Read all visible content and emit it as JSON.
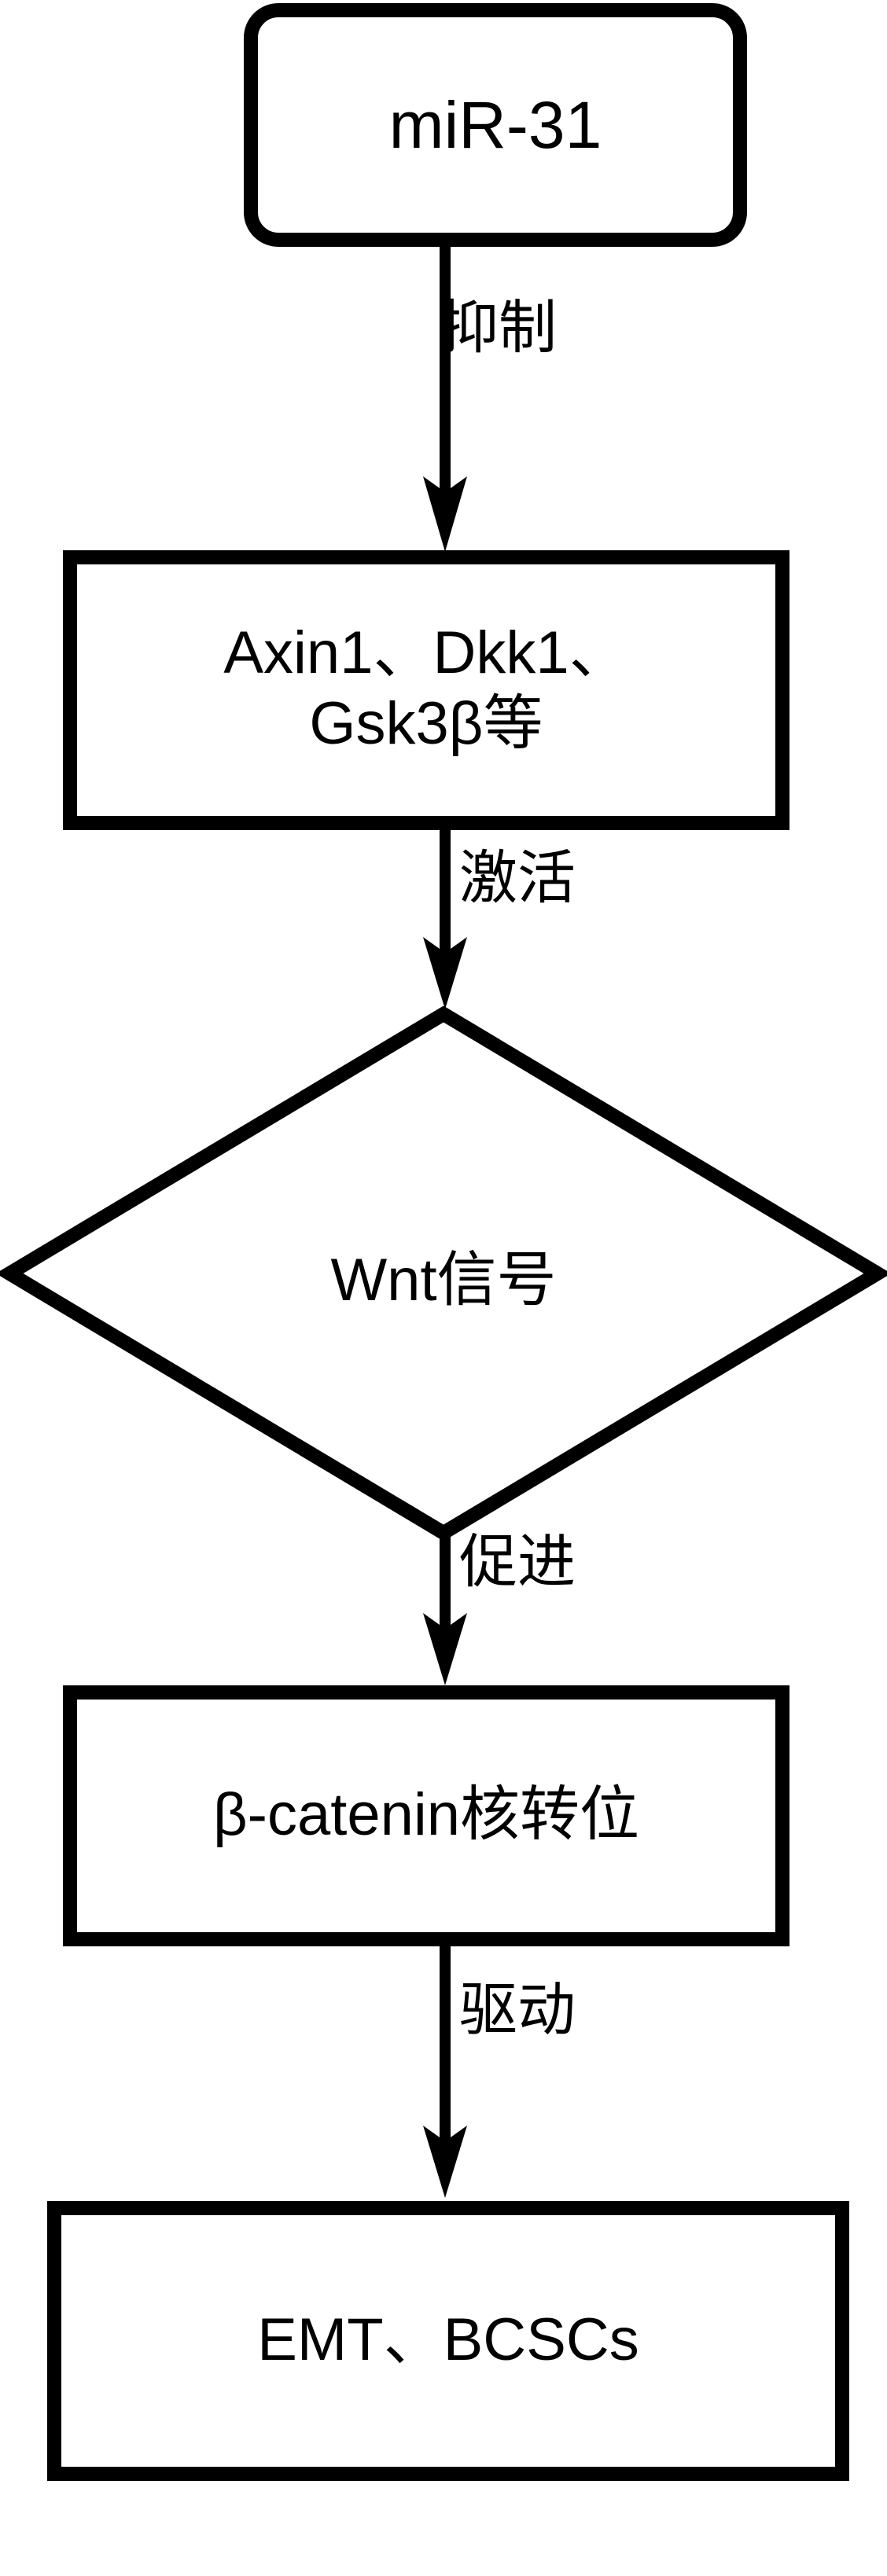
{
  "diagram": {
    "title": "miR-31 / Wnt signaling flowchart",
    "orientation": "top-to-bottom",
    "stroke_color": "#000000",
    "fill_color": "#ffffff",
    "nodes": [
      {
        "id": "mir31",
        "label": "miR-31",
        "shape": "rounded-rectangle"
      },
      {
        "id": "targets",
        "label": "Axin1、Dkk1、\nGsk3β等",
        "shape": "rectangle"
      },
      {
        "id": "wnt",
        "label": "Wnt信号",
        "shape": "diamond"
      },
      {
        "id": "bcat",
        "label": "β-catenin核转位",
        "shape": "rectangle"
      },
      {
        "id": "emt",
        "label": "EMT、BCSCs",
        "shape": "rectangle"
      }
    ],
    "edges": [
      {
        "id": "e1",
        "from": "mir31",
        "to": "targets",
        "label": "抑制"
      },
      {
        "id": "e2",
        "from": "targets",
        "to": "wnt",
        "label": "激活"
      },
      {
        "id": "e3",
        "from": "wnt",
        "to": "bcat",
        "label": "促进"
      },
      {
        "id": "e4",
        "from": "bcat",
        "to": "emt",
        "label": "驱动"
      }
    ]
  }
}
